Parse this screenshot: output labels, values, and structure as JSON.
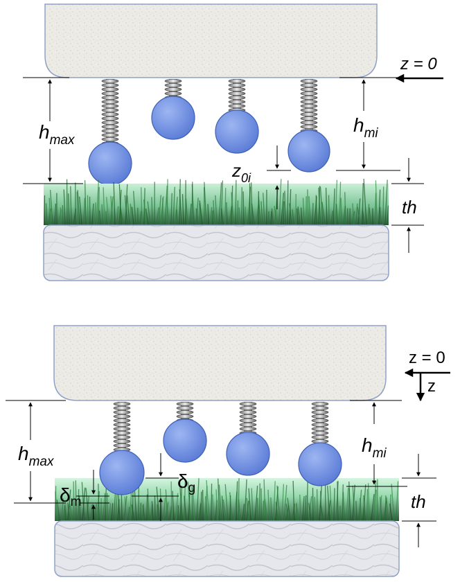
{
  "colors": {
    "ball": "#6e8fe0",
    "ball_edge": "#3d5fb5",
    "grass_top": "#c9f0d6",
    "grass_bottom": "#2f5a3c",
    "plate": "#e9e7e1",
    "plate_edge": "#8fa0c8",
    "stone": "#e4e5ea"
  },
  "top_panel": {
    "z_label": "z = 0",
    "h_max": {
      "base": "h",
      "sub": "max"
    },
    "h_mi": {
      "base": "h",
      "sub": "mi"
    },
    "z_0i": {
      "base": "z",
      "sub": "0i"
    },
    "th": "th"
  },
  "bottom_panel": {
    "z_label": "z = 0",
    "z_axis": "z",
    "h_max": {
      "base": "h",
      "sub": "max"
    },
    "h_mi": {
      "base": "h",
      "sub": "mi"
    },
    "delta_m": {
      "base": "δ",
      "sub": "m"
    },
    "delta_g": {
      "base": "δ",
      "sub": "g"
    },
    "th": "th"
  }
}
